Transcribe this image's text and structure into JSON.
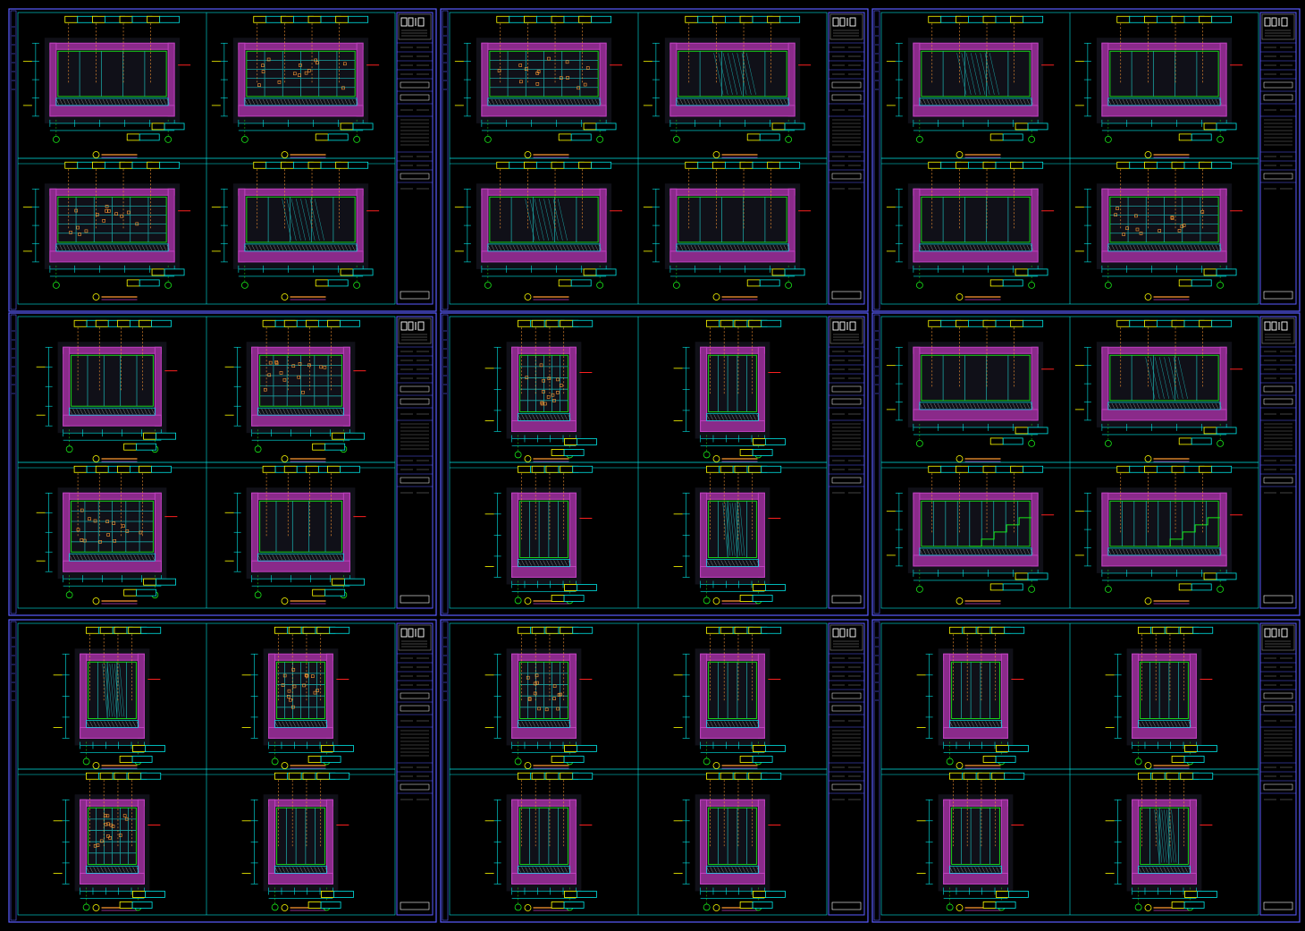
{
  "colors": {
    "background": "#000000",
    "sheet_border": "#5a5cff",
    "frame": "#c040c0",
    "frame_fill": "#8a2a8a",
    "cyan": "#00e5e5",
    "green": "#19e619",
    "yellow": "#ffff00",
    "orange": "#ff9a33",
    "red": "#ff2020",
    "teal": "#1aa0a0",
    "blue": "#3b6bff",
    "white": "#ffffff",
    "grey": "#8a8a8a"
  },
  "sheets": [
    {
      "layout": "wide",
      "label_rows": 2
    },
    {
      "layout": "wide",
      "label_rows": 2
    },
    {
      "layout": "wide",
      "label_rows": 2
    },
    {
      "layout": "medium",
      "label_rows": 2
    },
    {
      "layout": "small",
      "label_rows": 2
    },
    {
      "layout": "wide-stair",
      "label_rows": 2
    },
    {
      "layout": "small",
      "label_rows": 2
    },
    {
      "layout": "small",
      "label_rows": 2
    },
    {
      "layout": "small",
      "label_rows": 2
    }
  ],
  "logo_icon": "firm-logo-icon"
}
